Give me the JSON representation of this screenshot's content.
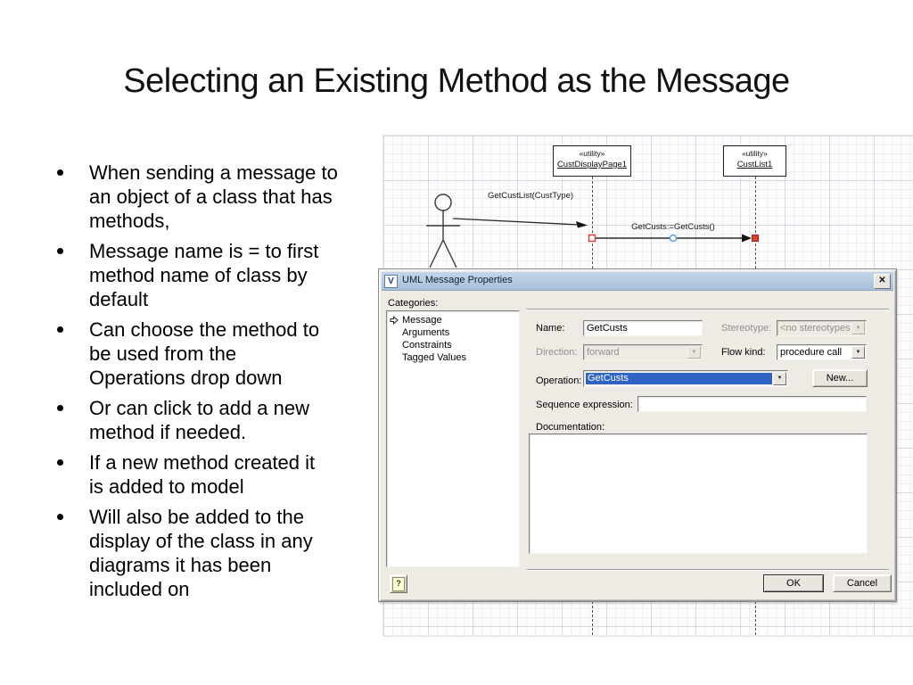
{
  "slide": {
    "title": "Selecting an Existing Method as the Message"
  },
  "bullets": [
    "When sending a message to\nan object of a class that has\nmethods,",
    "Message name is = to first\nmethod name of class by\ndefault",
    "Can choose the method to\nbe used from the\nOperations drop down",
    "Or can click to add a new\nmethod if needed.",
    "If a new method created it\nis added to model",
    "Will also be added to the\ndisplay of the class in any\ndiagrams it has been\nincluded on"
  ],
  "diagram": {
    "object1": {
      "stereotype": "«utility»",
      "name": "CustDisplayPage1"
    },
    "object2": {
      "stereotype": "«utility»",
      "name": "CustList1"
    },
    "message1_label": "GetCustList(CustType)",
    "message2_label": "GetCusts:=GetCusts()"
  },
  "dialog": {
    "title": "UML Message Properties",
    "app_icon_letter": "V",
    "categories_label": "Categories:",
    "categories": [
      "Message",
      "Arguments",
      "Constraints",
      "Tagged Values"
    ],
    "fields": {
      "name_label": "Name:",
      "name_value": "GetCusts",
      "stereotype_label": "Stereotype:",
      "stereotype_value": "<no stereotypes>",
      "direction_label": "Direction:",
      "direction_value": "forward",
      "flowkind_label": "Flow kind:",
      "flowkind_value": "procedure call",
      "operation_label": "Operation:",
      "operation_value": "GetCusts",
      "new_button": "New...",
      "sequence_label": "Sequence expression:",
      "sequence_value": "",
      "documentation_label": "Documentation:",
      "documentation_value": ""
    },
    "buttons": {
      "ok": "OK",
      "cancel": "Cancel",
      "help": "?"
    },
    "icons": {
      "close": "✕",
      "dropdown_arrow": "▼",
      "selected_category_arrow": "right-white-arrow"
    }
  },
  "colors": {
    "titlebar_top": "#c3d6e8",
    "titlebar_bottom": "#a6bfd9",
    "dialog_bg": "#eeebe4",
    "selection_blue": "#2f63c4",
    "handle_red": "#e23b2e",
    "handle_blue": "#5aa0dc"
  }
}
